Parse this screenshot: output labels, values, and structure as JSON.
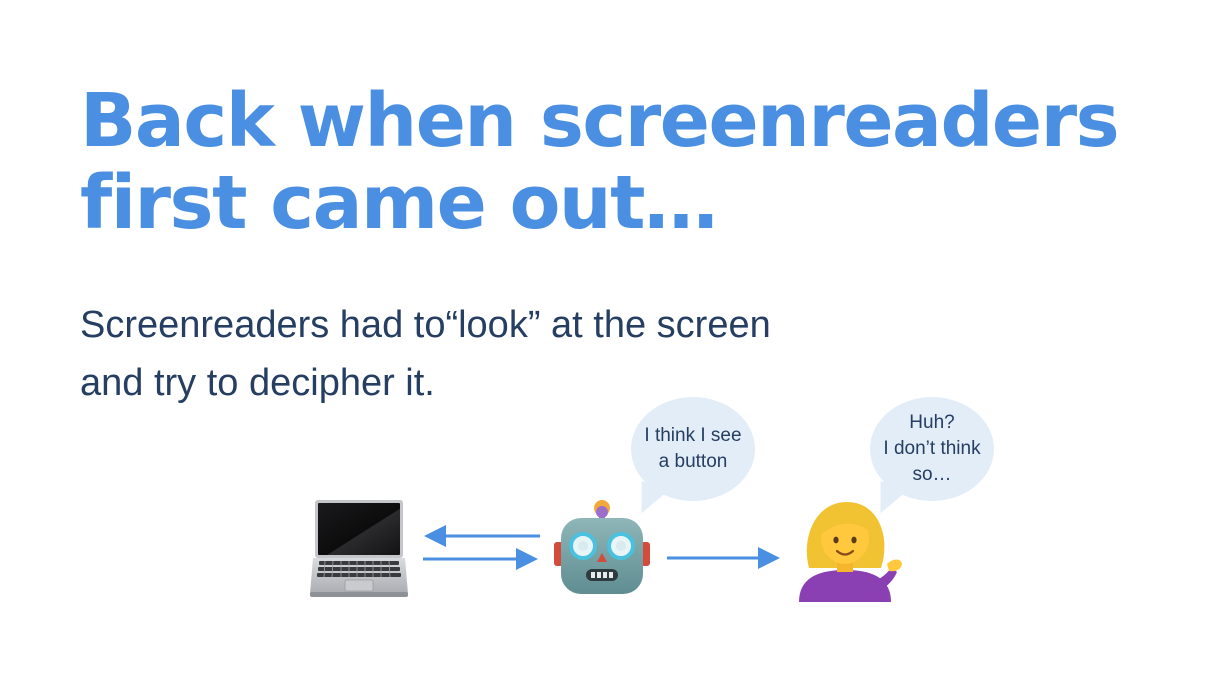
{
  "slide": {
    "title_lines": [
      "Back when screenreaders",
      "first came out…"
    ],
    "subtitle_lines": [
      "Screenreaders had to“look” at the screen",
      "and try to decipher it."
    ]
  },
  "diagram": {
    "robot_bubble_lines": [
      "I think I see",
      "a button"
    ],
    "person_bubble_lines": [
      "Huh?",
      "I don’t think",
      "so…"
    ],
    "icons": {
      "laptop": "laptop-icon",
      "robot": "robot-icon",
      "person": "person-tipping-hand-icon"
    },
    "colors": {
      "title": "#4a8fe2",
      "text": "#253e62",
      "arrow": "#4a8fe2",
      "bubble": "#e3edf8"
    }
  }
}
